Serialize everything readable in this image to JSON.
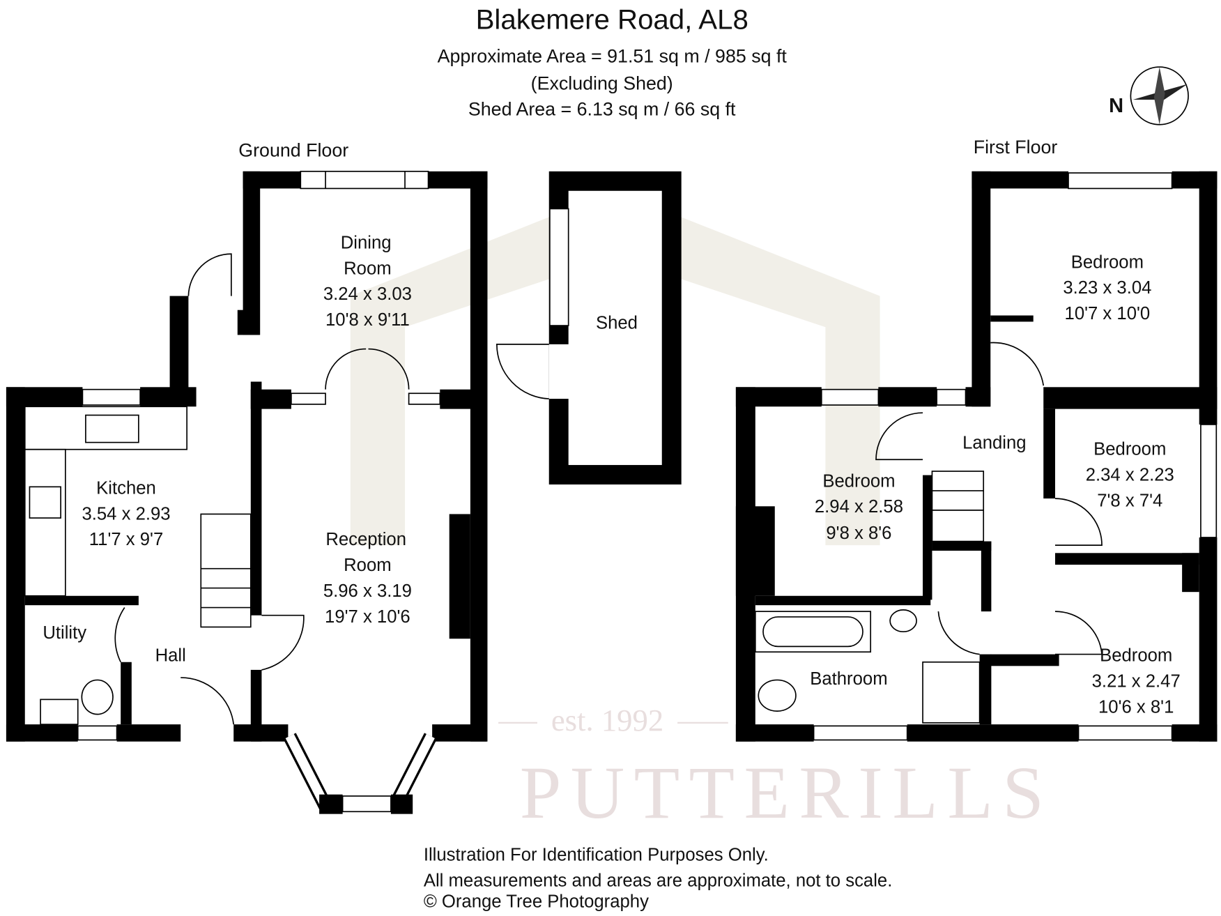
{
  "header": {
    "title": "Blakemere Road, AL8",
    "area_line": "Approximate Area =  91.51 sq m / 985 sq ft",
    "excluding_line": "(Excluding Shed)",
    "shed_area_line": "Shed Area =  6.13 sq m / 66 sq ft"
  },
  "compass": {
    "label": "N",
    "icon": "compass-rose-icon"
  },
  "ground_floor": {
    "heading": "Ground Floor",
    "rooms": {
      "dining": {
        "name1": "Dining",
        "name2": "Room",
        "metric": "3.24 x 3.03",
        "imperial": "10'8 x 9'11"
      },
      "kitchen": {
        "name": "Kitchen",
        "metric": "3.54 x 2.93",
        "imperial": "11'7 x 9'7"
      },
      "utility": {
        "name": "Utility"
      },
      "hall": {
        "name": "Hall"
      },
      "reception": {
        "name1": "Reception",
        "name2": "Room",
        "metric": "5.96 x 3.19",
        "imperial": "19'7 x 10'6"
      },
      "shed": {
        "name": "Shed"
      }
    }
  },
  "first_floor": {
    "heading": "First Floor",
    "rooms": {
      "bedroom1": {
        "name": "Bedroom",
        "metric": "3.23 x 3.04",
        "imperial": "10'7 x 10'0"
      },
      "landing": {
        "name": "Landing"
      },
      "bedroom2": {
        "name": "Bedroom",
        "metric": "2.94 x 2.58",
        "imperial": "9'8 x 8'6"
      },
      "bedroom3": {
        "name": "Bedroom",
        "metric": "2.34 x 2.23",
        "imperial": "7'8 x 7'4"
      },
      "bathroom": {
        "name": "Bathroom"
      },
      "bedroom4": {
        "name": "Bedroom",
        "metric": "3.21 x 2.47",
        "imperial": "10'6 x 8'1"
      }
    }
  },
  "watermark": {
    "brand": "PUTTERILLS",
    "est": "est. 1992"
  },
  "footer": {
    "line1": "Illustration For Identification Purposes Only.",
    "line2": "All measurements and areas are approximate, not to scale.",
    "copyright": "© Orange Tree Photography"
  },
  "colors": {
    "walls": "#000000",
    "watermark": "#e8dede",
    "watermark_house": "#f1efe8"
  }
}
